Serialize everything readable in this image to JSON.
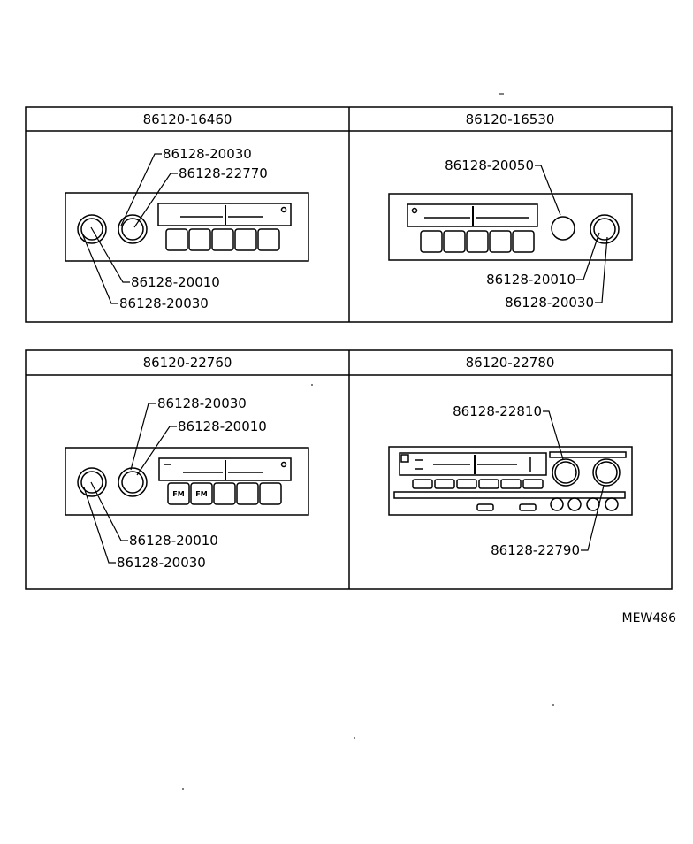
{
  "panels": [
    {
      "model": "86120-16460",
      "callouts": [
        "86128-20030",
        "86128-22770",
        "86128-20010",
        "86128-20030"
      ]
    },
    {
      "model": "86120-16530",
      "callouts": [
        "86128-20050",
        "86128-20010",
        "86128-20030"
      ]
    },
    {
      "model": "86120-22760",
      "callouts": [
        "86128-20030",
        "86128-20010",
        "86128-20010",
        "86128-20030"
      ],
      "button_labels": [
        "FM",
        "FM"
      ]
    },
    {
      "model": "86120-22780",
      "callouts": [
        "86128-22810",
        "86128-22790"
      ]
    }
  ],
  "figure_ref": "MEW486"
}
